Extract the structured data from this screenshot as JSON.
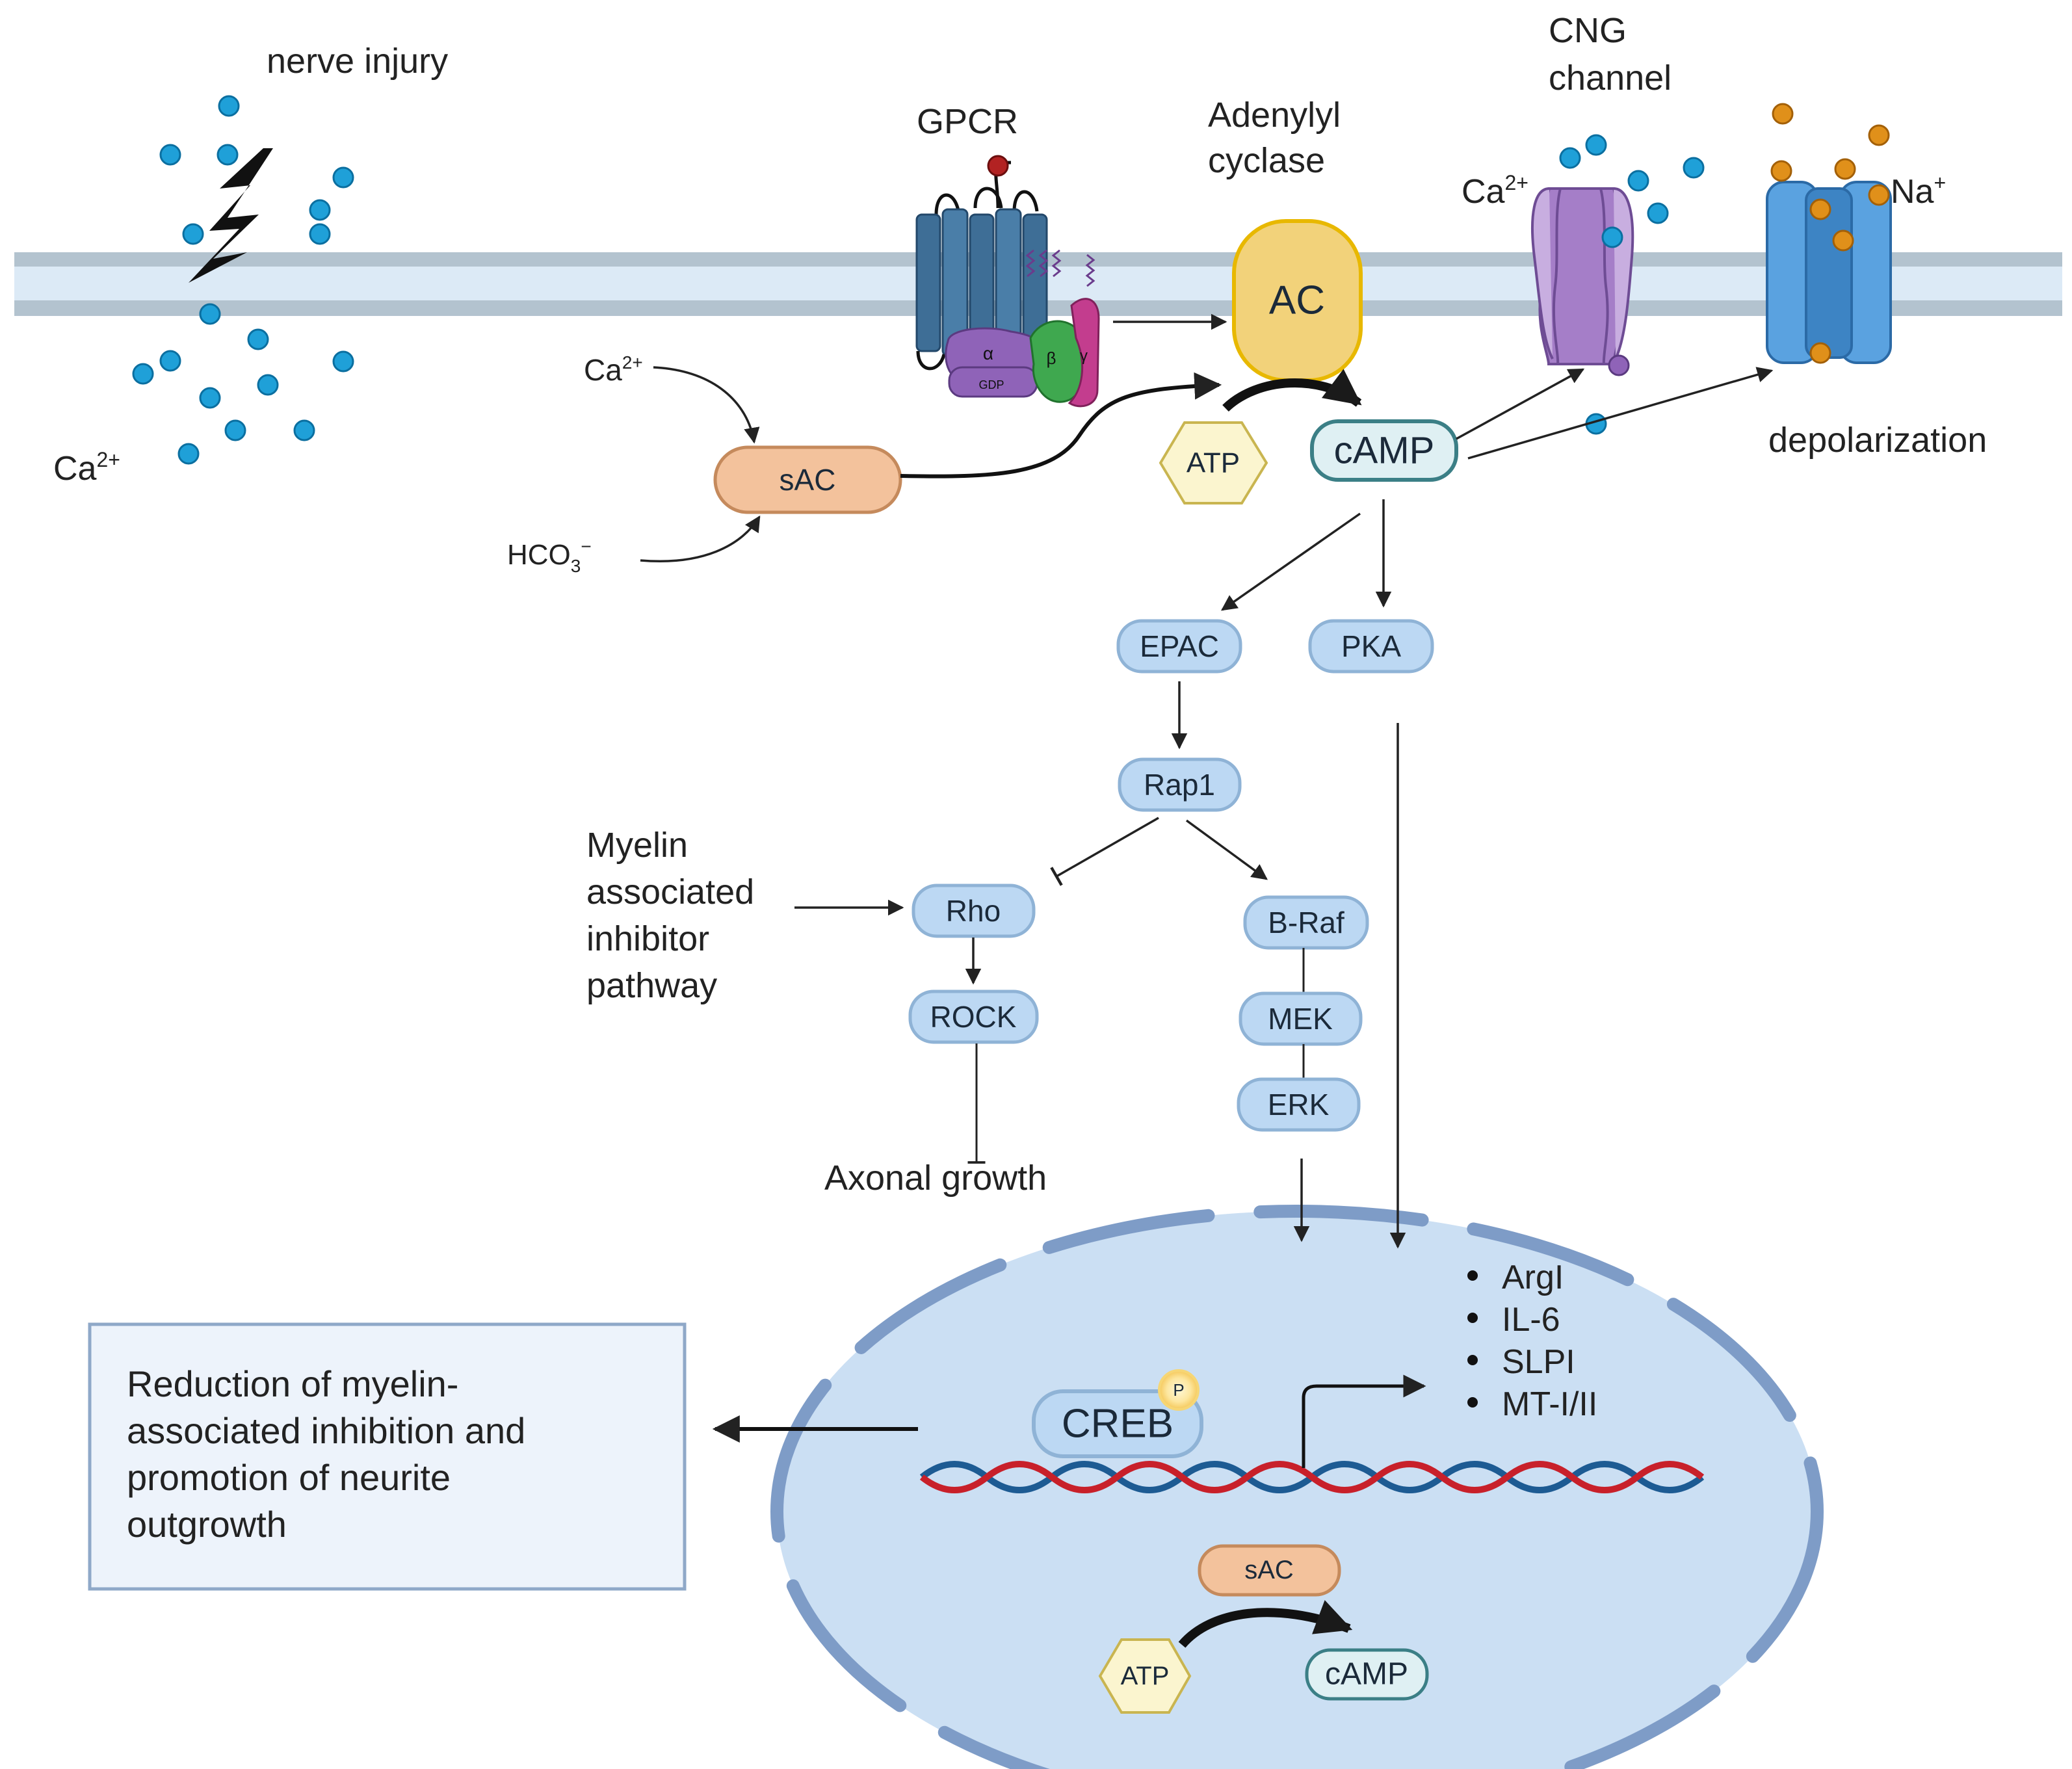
{
  "labels": {
    "nerve_injury": "nerve injury",
    "ca_outside": "Ca",
    "ca_sup": "2+",
    "gpcr": "GPCR",
    "adenylyl_line1": "Adenylyl",
    "adenylyl_line2": "cyclase",
    "cng_line1": "CNG",
    "cng_line2": "channel",
    "ca_cng": "Ca",
    "na": "Na",
    "na_sup": "+",
    "ca_sac": "Ca",
    "hco3": "HCO",
    "hco3_sub": "3",
    "hco3_sup": "−",
    "depolarization": "depolarization",
    "myelin_line1": "Myelin",
    "myelin_line2": "associated",
    "myelin_line3": "inhibitor",
    "myelin_line4": "pathway",
    "axonal_growth": "Axonal growth"
  },
  "gprotein": {
    "alpha": "α",
    "beta": "β",
    "gamma": "γ",
    "gdp": "GDP"
  },
  "nodes": {
    "ac": "AC",
    "sac": "sAC",
    "atp": "ATP",
    "camp": "cAMP",
    "epac": "EPAC",
    "pka": "PKA",
    "rap1": "Rap1",
    "rho": "Rho",
    "braf": "B-Raf",
    "rock": "ROCK",
    "mek": "MEK",
    "erk": "ERK",
    "creb": "CREB",
    "phos": "P",
    "sac_nucleus": "sAC",
    "atp_nucleus": "ATP",
    "camp_nucleus": "cAMP"
  },
  "genes": [
    "ArgI",
    "IL-6",
    "SLPI",
    "MT-I/II"
  ],
  "outcome": {
    "line1": "Reduction of myelin-",
    "line2": "associated inhibition and",
    "line3": "promotion of neurite",
    "line4": "outgrowth"
  },
  "colors": {
    "membrane": "#b3c3cf",
    "membrane_inner": "#dceaf6",
    "node_fill": "#bcd8f3",
    "node_stroke": "#8fb3d6",
    "sac_fill": "#f3c29c",
    "sac_stroke": "#c58a5c",
    "ac_fill": "#f2d27a",
    "ac_stroke": "#e8b800",
    "atp_fill": "#fbf5cf",
    "camp_stroke": "#3b7f86",
    "nucleus_fill": "#cbdff3",
    "nucleus_border": "#7e9cc7",
    "ca_ion": "#1fa0d8",
    "na_ion": "#e0901a",
    "dna_red": "#c8202a",
    "dna_blue": "#1d5b93"
  }
}
